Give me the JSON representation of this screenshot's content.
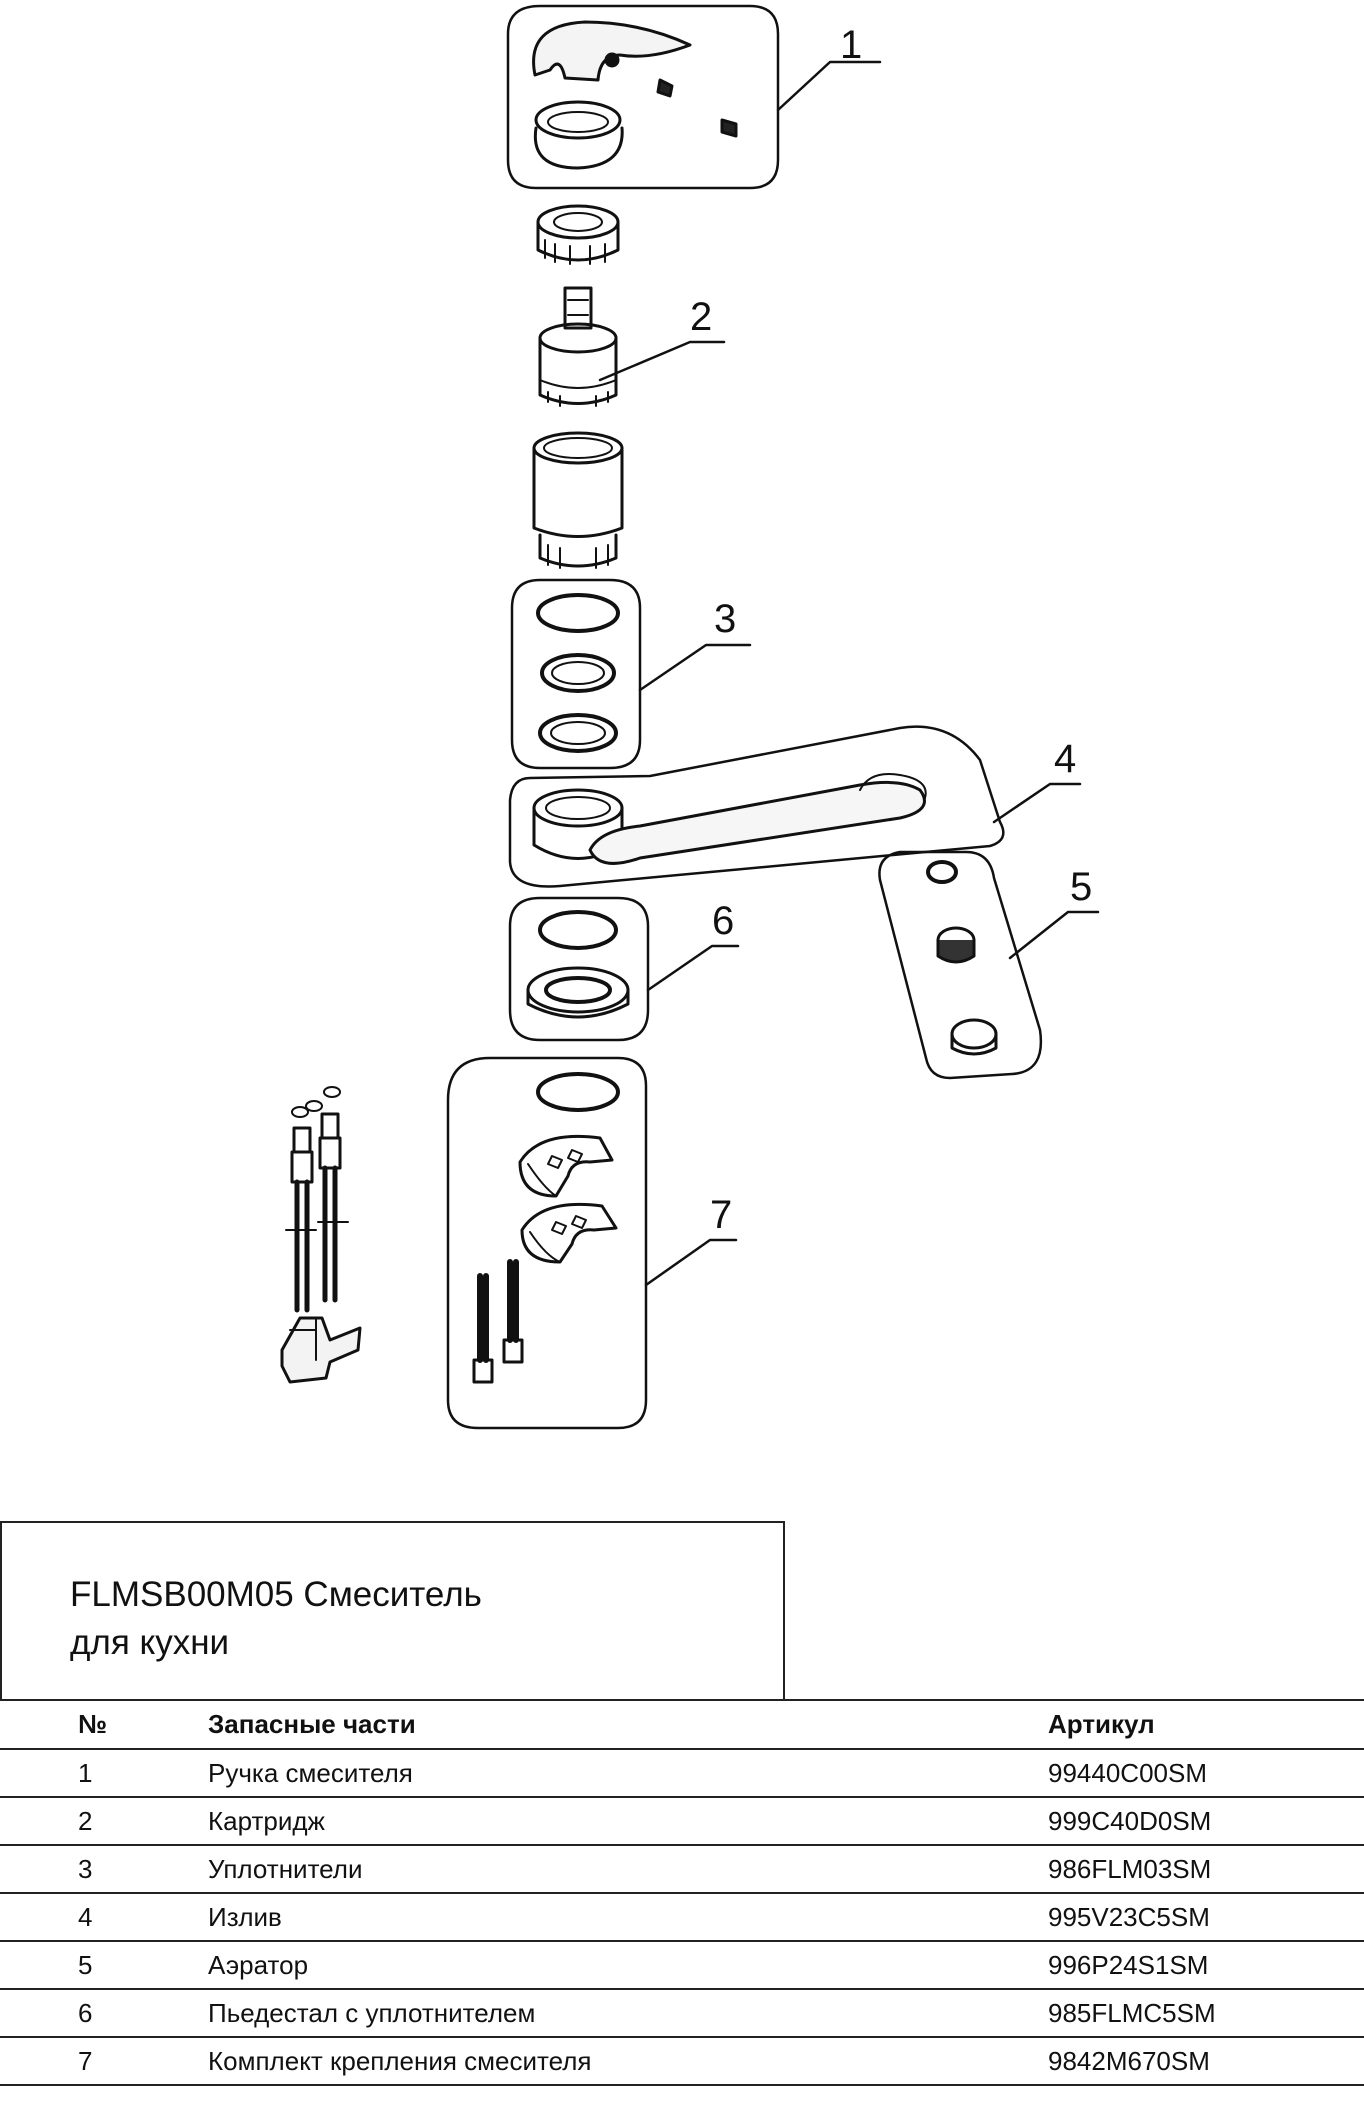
{
  "diagram": {
    "callouts": [
      "1",
      "2",
      "3",
      "4",
      "5",
      "6",
      "7"
    ]
  },
  "title": {
    "line1": "FLMSB00M05 Смеситель",
    "line2": "для кухни"
  },
  "table": {
    "headers": {
      "num": "№",
      "name": "Запасные части",
      "article": "Артикул"
    },
    "rows": [
      {
        "num": "1",
        "name": "Ручка смесителя",
        "article": "99440C00SM"
      },
      {
        "num": "2",
        "name": "Картридж",
        "article": "999C40D0SM"
      },
      {
        "num": "3",
        "name": "Уплотнители",
        "article": "986FLM03SM"
      },
      {
        "num": "4",
        "name": "Излив",
        "article": "995V23C5SM"
      },
      {
        "num": "5",
        "name": "Аэратор",
        "article": "996P24S1SM"
      },
      {
        "num": "6",
        "name": "Пьедестал с уплотнителем",
        "article": "985FLMC5SM"
      },
      {
        "num": "7",
        "name": "Комплект крепления смесителя",
        "article": "9842M670SM"
      }
    ]
  }
}
